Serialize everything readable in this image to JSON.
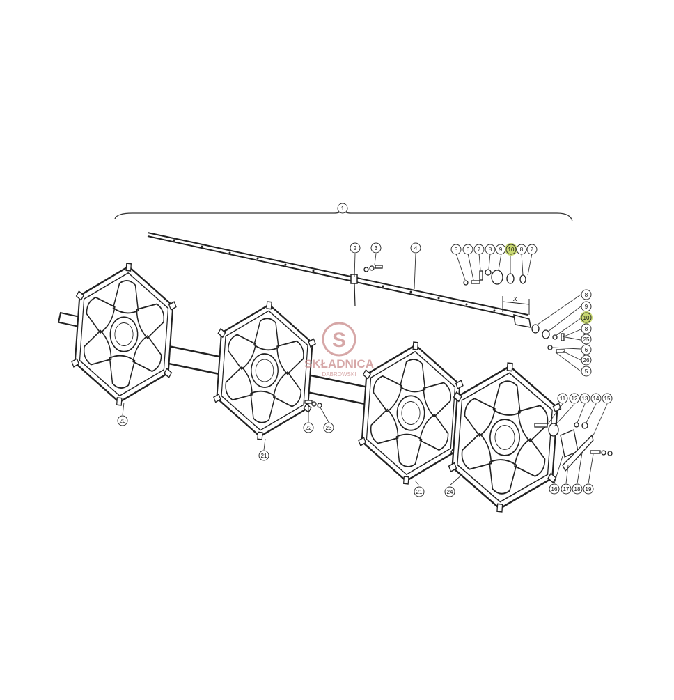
{
  "diagram": {
    "callouts": {
      "c1": "1",
      "c2": "2",
      "c3": "3",
      "c4": "4",
      "c5a": "5",
      "c6a": "6",
      "c7a": "7",
      "c8a": "8",
      "c9a": "9",
      "c10a": "10",
      "c8b": "8",
      "c7b": "7",
      "c8c": "8",
      "c9c": "9",
      "c10c": "10",
      "c8d": "8",
      "c25": "25",
      "c6d": "6",
      "c26": "26",
      "c5d": "5",
      "c11": "11",
      "c12": "12",
      "c13": "13",
      "c14": "14",
      "c15": "15",
      "c16": "16",
      "c17": "17",
      "c18": "18",
      "c19": "19",
      "c20": "20",
      "c21a": "21",
      "c22": "22",
      "c23": "23",
      "c21b": "21",
      "c24": "24"
    },
    "dimension_label": "x",
    "highlight_color": "#c8d870"
  },
  "watermark": {
    "logo_letter": "S",
    "brand": "SKŁADNICA",
    "sub": "DĄBROWSKI",
    "color": "#c98a8a"
  }
}
